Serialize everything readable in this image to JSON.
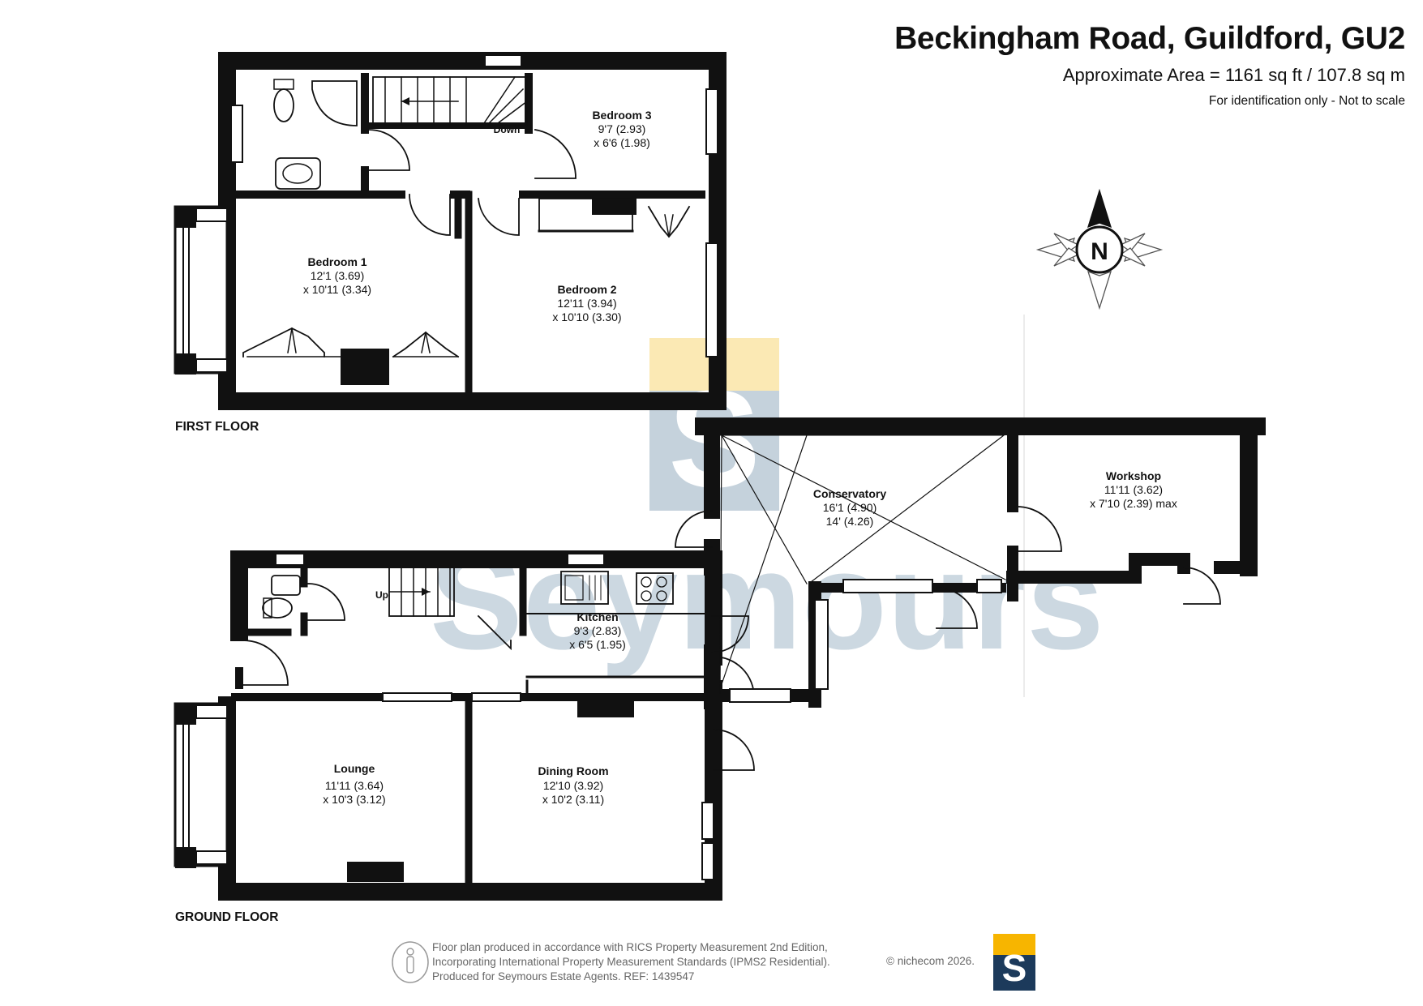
{
  "header": {
    "title": "Beckingham Road, Guildford, GU2",
    "area": "Approximate Area = 1161 sq ft / 107.8 sq m",
    "note": "For identification only - Not to scale"
  },
  "floors": {
    "first": "FIRST FLOOR",
    "ground": "GROUND FLOOR"
  },
  "rooms": {
    "bedroom3": {
      "name": "Bedroom 3",
      "dim1": "9'7 (2.93)",
      "dim2": "x 6'6 (1.98)"
    },
    "bedroom1": {
      "name": "Bedroom 1",
      "dim1": "12'1 (3.69)",
      "dim2": "x 10'11 (3.34)"
    },
    "bedroom2": {
      "name": "Bedroom 2",
      "dim1": "12'11 (3.94)",
      "dim2": "x 10'10 (3.30)"
    },
    "conservatory": {
      "name": "Conservatory",
      "dim1": "16'1 (4.90)",
      "dim2": "14' (4.26)"
    },
    "workshop": {
      "name": "Workshop",
      "dim1": "11'11 (3.62)",
      "dim2": "x 7'10 (2.39) max"
    },
    "kitchen": {
      "name": "Kitchen",
      "dim1": "9'3 (2.83)",
      "dim2": "x 6'5 (1.95)"
    },
    "lounge": {
      "name": "Lounge",
      "dim1": "11'11 (3.64)",
      "dim2": "x 10'3 (3.12)"
    },
    "dining": {
      "name": "Dining Room",
      "dim1": "12'10 (3.92)",
      "dim2": "x 10'2 (3.11)"
    }
  },
  "stairs": {
    "down": "Down",
    "up": "Up"
  },
  "compass": {
    "north": "N"
  },
  "watermark": {
    "text": "Seymours",
    "logo_letter": "S"
  },
  "footer": {
    "line1": "Floor plan produced in accordance with RICS Property Measurement 2nd Edition,",
    "line2": "Incorporating International Property Measurement Standards (IPMS2 Residential).",
    "line3": "Produced for Seymours Estate Agents.   REF: 1439547",
    "credit": "© nichecom 2026."
  },
  "colors": {
    "wall": "#111111",
    "watermark_text": "#c4d2dc",
    "watermark_yellow": "#fbe9b4",
    "watermark_blue": "#c5d2dc",
    "logo_yellow": "#f7b500",
    "logo_navy": "#1c3a5b",
    "footer_text": "#666666"
  }
}
